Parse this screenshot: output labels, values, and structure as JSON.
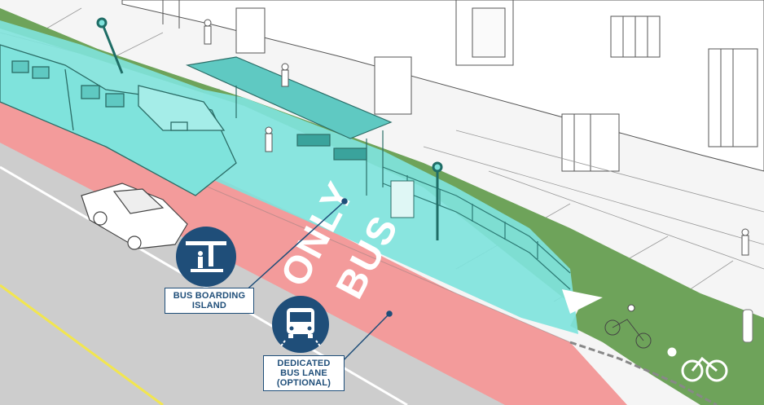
{
  "callouts": {
    "island": {
      "line1": "BUS BOARDING",
      "line2": "ISLAND",
      "icon": "boarding-platform-icon"
    },
    "lane": {
      "line1": "DEDICATED",
      "line2": "BUS LANE",
      "line3": "(OPTIONAL)",
      "icon": "bus-front-icon"
    }
  },
  "pavement_marking": {
    "word1": "ONLY",
    "word2": "BUS"
  },
  "colors": {
    "bus_lane": "#f39b9b",
    "boarding_island": "#7fe3dc",
    "bike_lane": "#6ea35a",
    "callout_blue": "#1f4e79",
    "road": "#c9c9c9",
    "sidewalk": "#f4f4f4",
    "center_line": "#f2e64f"
  }
}
